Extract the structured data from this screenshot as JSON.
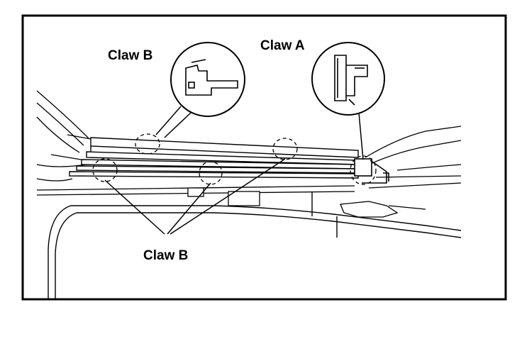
{
  "labels": {
    "claw_b_top": "Claw B",
    "claw_a": "Claw A",
    "claw_b_bottom": "Claw B"
  },
  "colors": {
    "line": "#000000",
    "background": "#ffffff"
  }
}
